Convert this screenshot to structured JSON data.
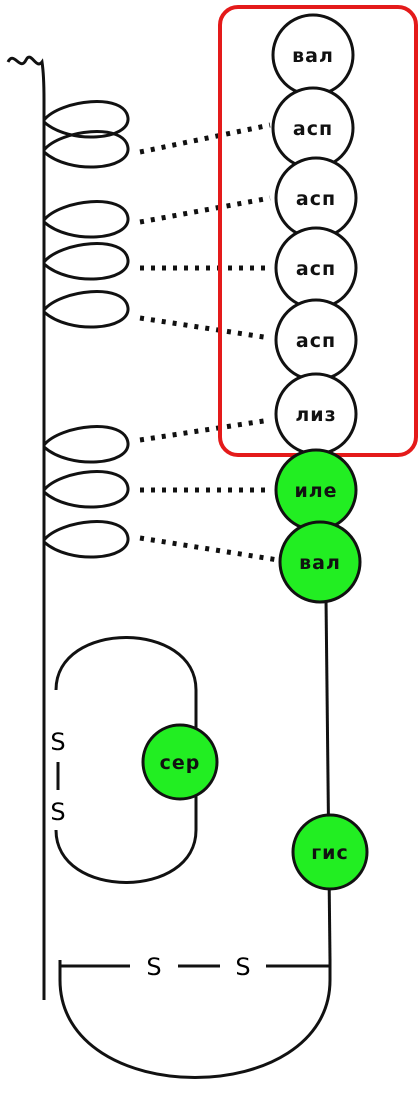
{
  "residues": [
    {
      "label": "вал",
      "highlight": false
    },
    {
      "label": "асп",
      "highlight": false
    },
    {
      "label": "асп",
      "highlight": false
    },
    {
      "label": "асп",
      "highlight": false
    },
    {
      "label": "асп",
      "highlight": false
    },
    {
      "label": "лиз",
      "highlight": false
    },
    {
      "label": "иле",
      "highlight": true
    },
    {
      "label": "вал",
      "highlight": true
    }
  ],
  "side_residues": [
    {
      "label": "сер",
      "highlight": true
    },
    {
      "label": "гис",
      "highlight": true
    }
  ],
  "disulfide_bonds": {
    "vertical": [
      "S",
      "S"
    ],
    "horizontal": [
      "S",
      "S"
    ]
  },
  "colors": {
    "highlight_fill": "#22ee22",
    "plain_fill": "#ffffff",
    "box_border": "#e41a1a",
    "line": "#111111"
  }
}
